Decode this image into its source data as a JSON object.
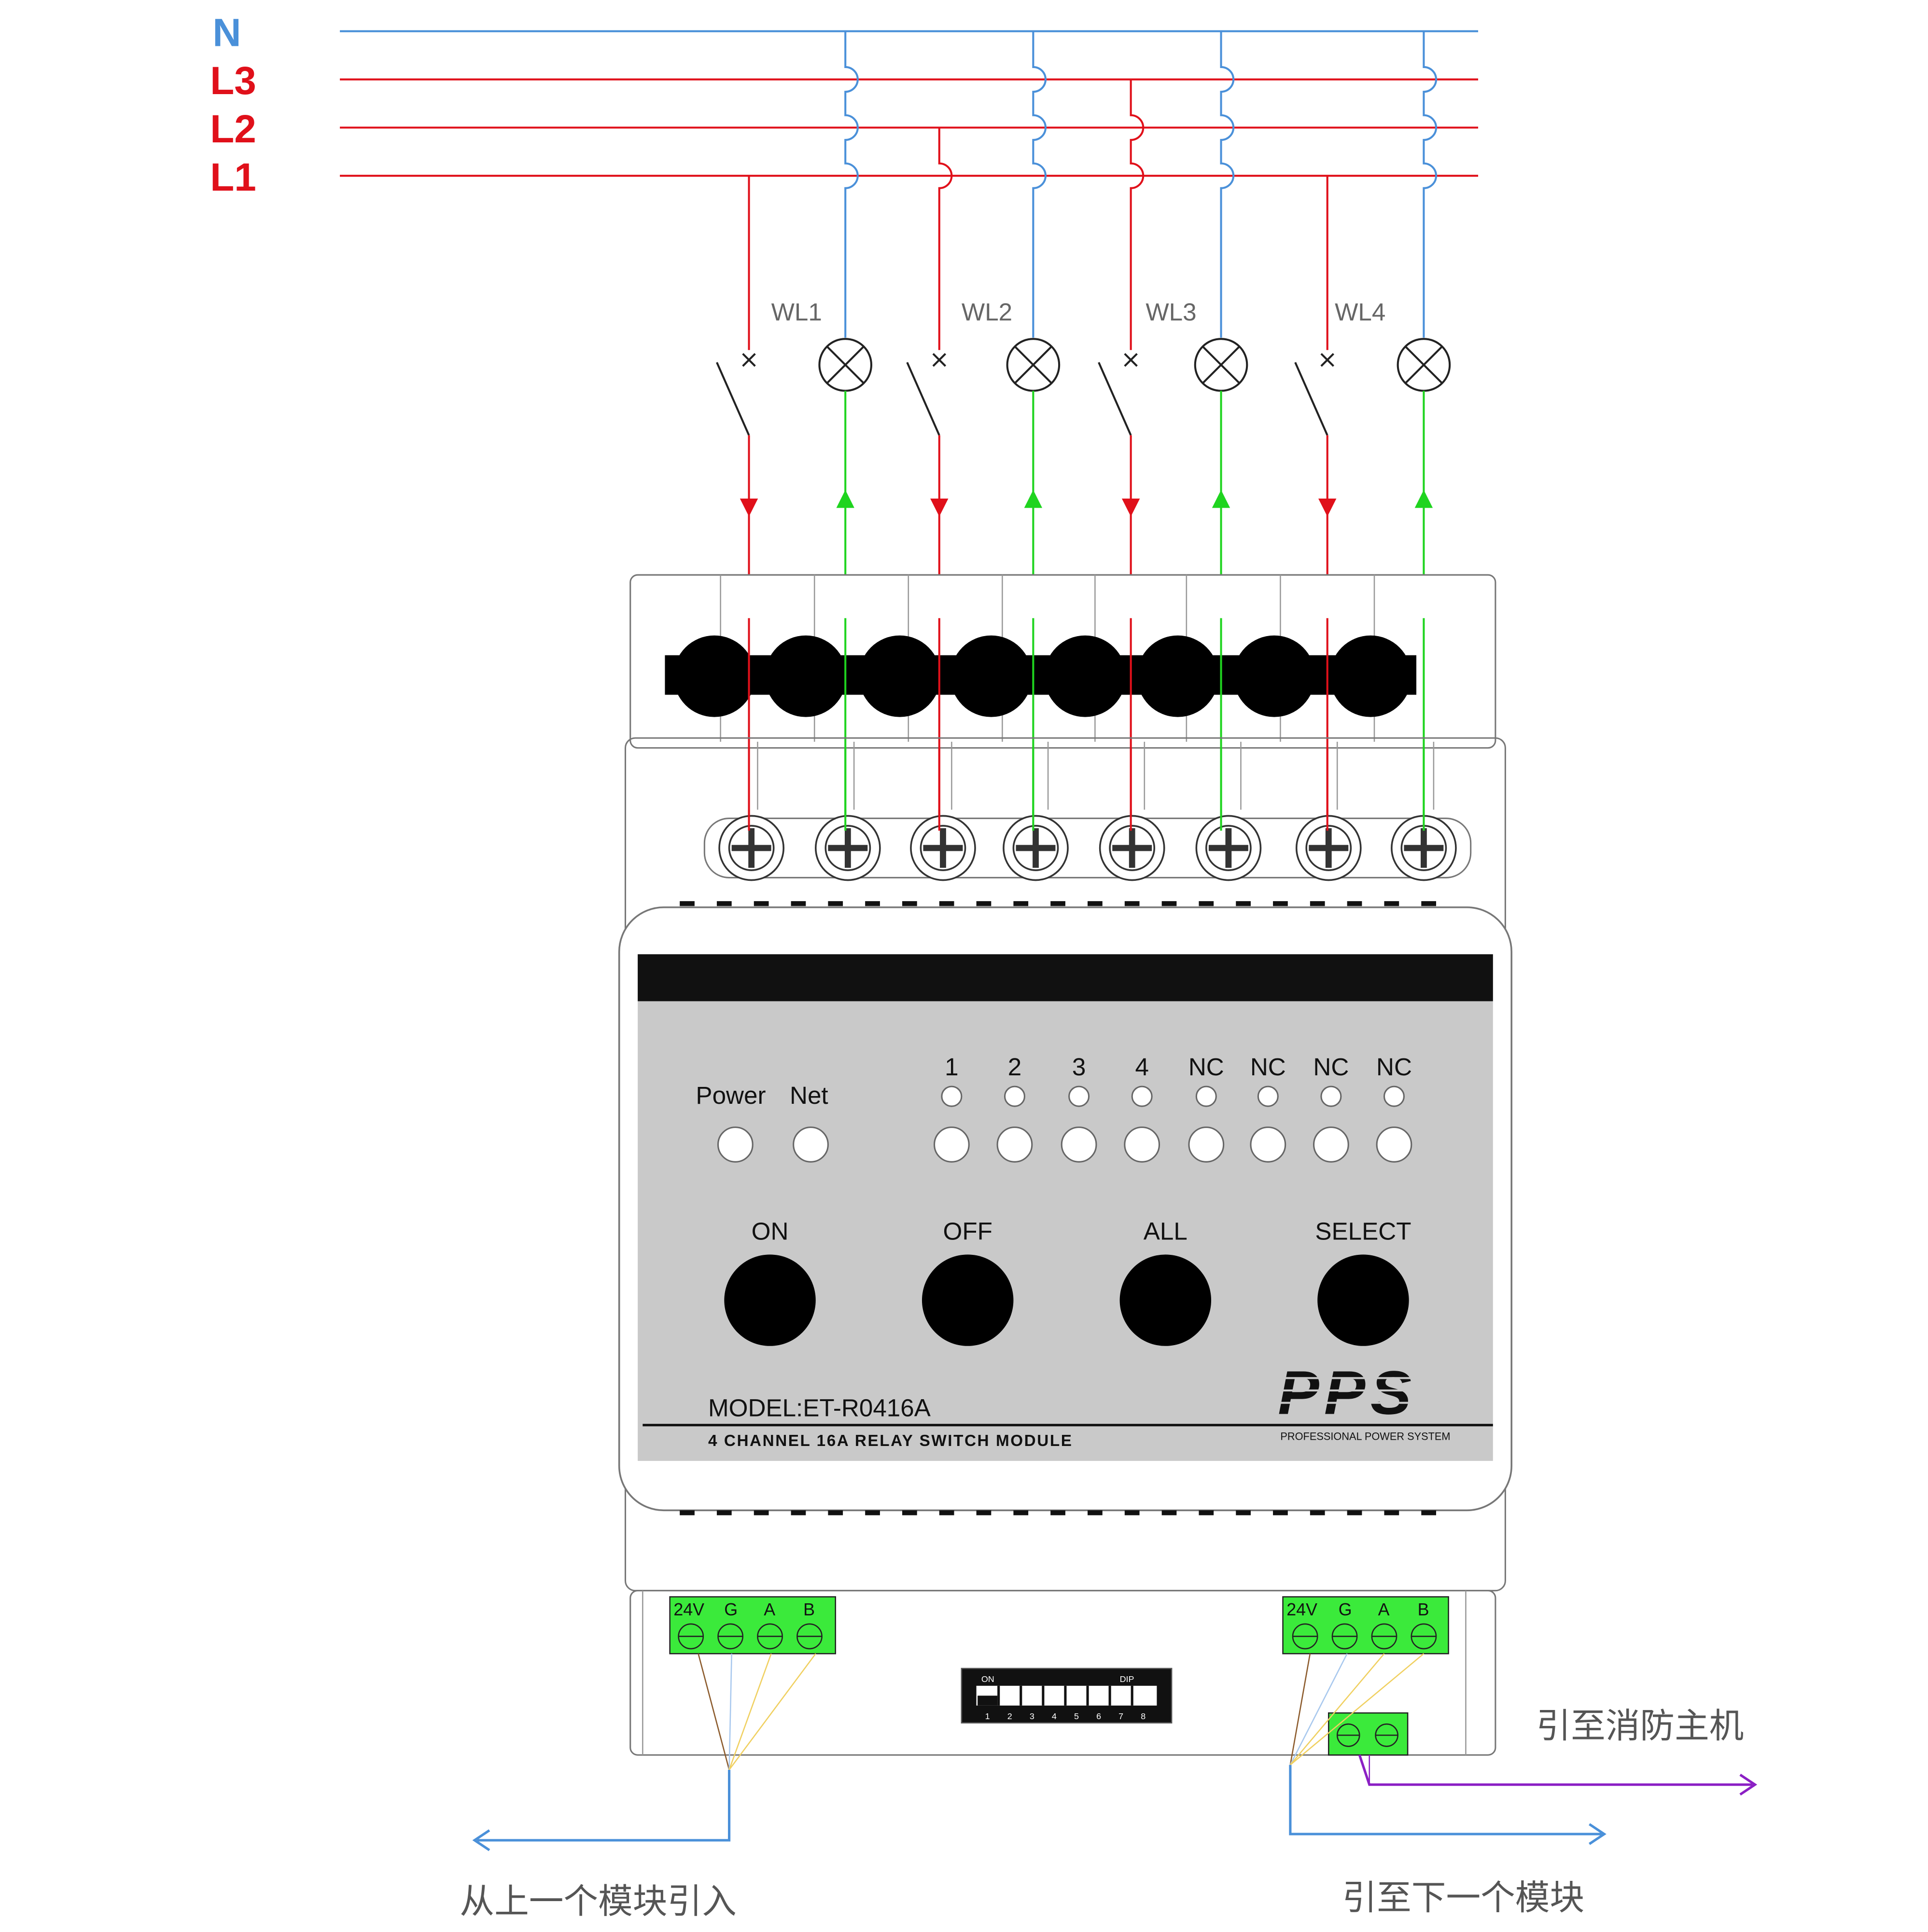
{
  "bus": [
    {
      "label": "N",
      "color": "#4a90d9"
    },
    {
      "label": "L3",
      "color": "#e0101a"
    },
    {
      "label": "L2",
      "color": "#e0101a"
    },
    {
      "label": "L1",
      "color": "#e0101a"
    }
  ],
  "loads": [
    "WL1",
    "WL2",
    "WL3",
    "WL4"
  ],
  "colors": {
    "neutral": "#4a90d9",
    "phase": "#e0101a",
    "load": "#1fd41f",
    "terminal_green": "#3bea3b",
    "panel_gray": "#c9c9c9",
    "fire": "#8b1fc4"
  },
  "panel": {
    "status_labels": [
      "Power",
      "Net"
    ],
    "channel_labels": [
      "1",
      "2",
      "3",
      "4",
      "NC",
      "NC",
      "NC",
      "NC"
    ],
    "buttons": [
      "ON",
      "OFF",
      "ALL",
      "SELECT"
    ],
    "model": "MODEL:ET-R0416A",
    "description": "4 CHANNEL 16A RELAY SWITCH MODULE",
    "brand": "PPS",
    "brand_tagline": "PROFESSIONAL POWER SYSTEM"
  },
  "bus_terminal_labels": [
    "24V",
    "G",
    "A",
    "B"
  ],
  "dip": {
    "on_label": "ON",
    "dip_label": "DIP",
    "positions": [
      "1",
      "2",
      "3",
      "4",
      "5",
      "6",
      "7",
      "8"
    ]
  },
  "annotations": {
    "from_previous": "从上一个模块引入",
    "to_next": "引至下一个模块",
    "to_fire_host": "引至消防主机"
  }
}
